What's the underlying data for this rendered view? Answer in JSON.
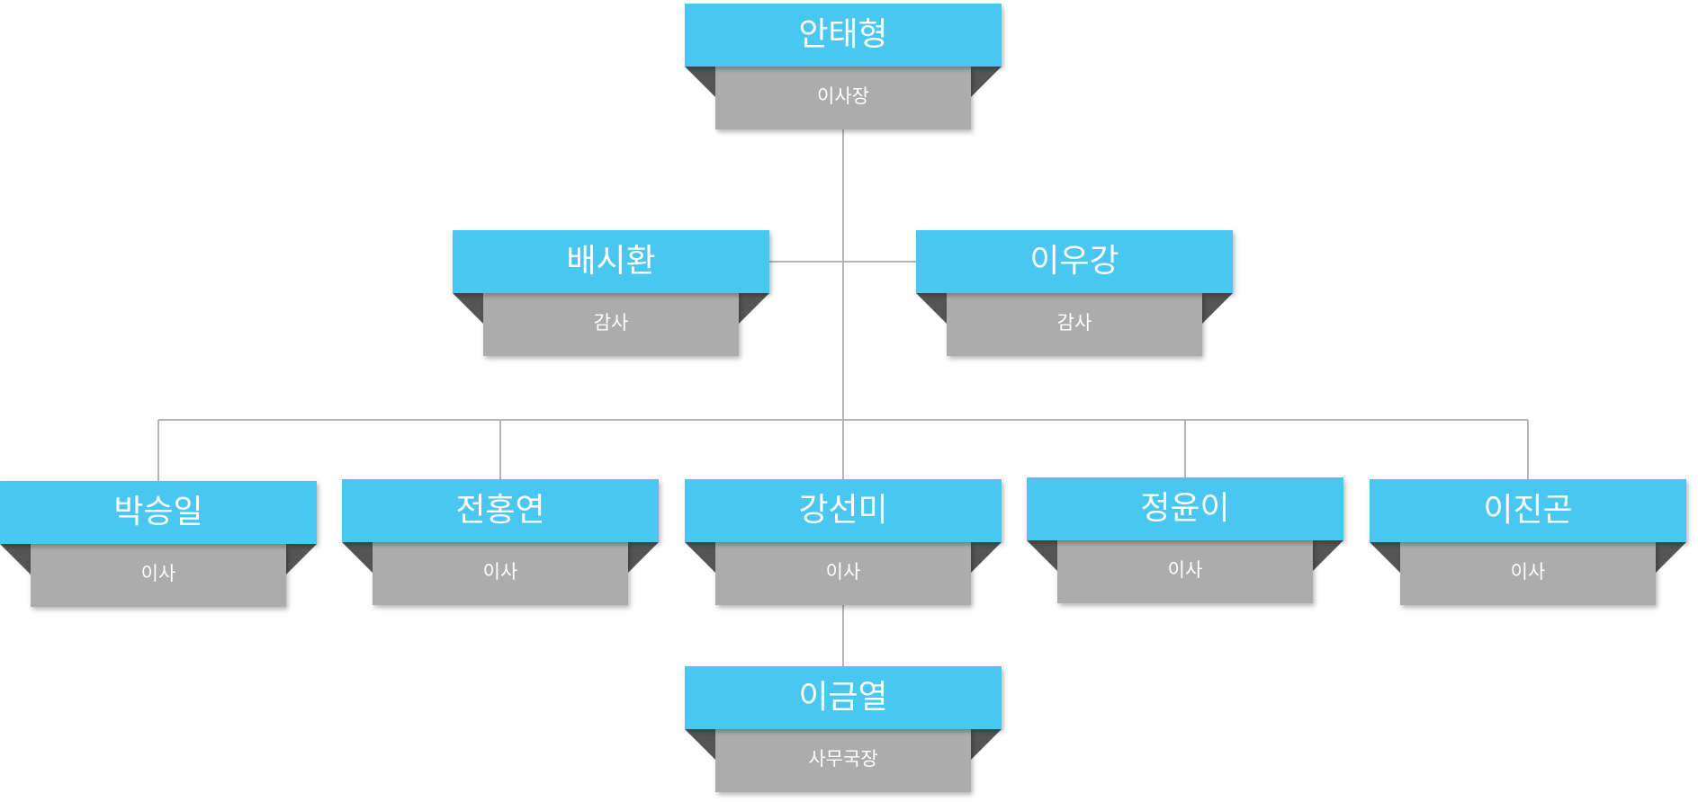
{
  "org_chart": {
    "nodes": [
      {
        "id": "chair",
        "name": "안태형",
        "role": "이사장"
      },
      {
        "id": "auditor-1",
        "name": "배시환",
        "role": "감사"
      },
      {
        "id": "auditor-2",
        "name": "이우강",
        "role": "감사"
      },
      {
        "id": "director-1",
        "name": "박승일",
        "role": "이사"
      },
      {
        "id": "director-2",
        "name": "전홍연",
        "role": "이사"
      },
      {
        "id": "director-3",
        "name": "강선미",
        "role": "이사"
      },
      {
        "id": "director-4",
        "name": "정윤이",
        "role": "이사"
      },
      {
        "id": "director-5",
        "name": "이진곤",
        "role": "이사"
      },
      {
        "id": "secretariat",
        "name": "이금열",
        "role": "사무국장"
      }
    ],
    "colors": {
      "title": "#49c7f1",
      "role": "#acacac",
      "fold": "#555555",
      "line": "#b5b5b5"
    }
  }
}
